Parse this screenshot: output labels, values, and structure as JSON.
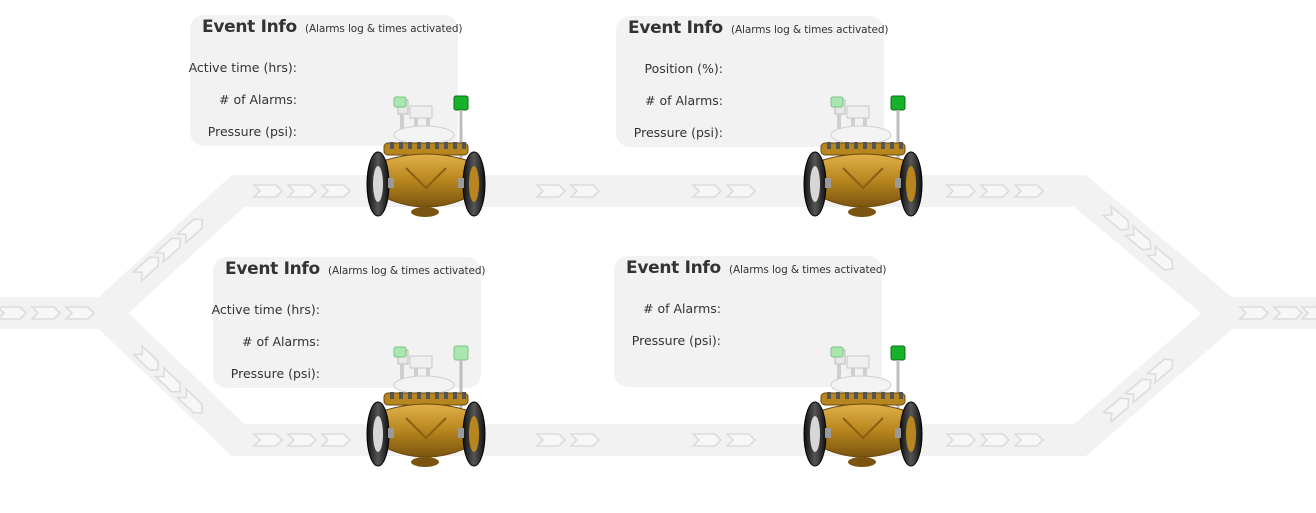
{
  "colors": {
    "background": "#ffffff",
    "pipe": "#f2f2f2",
    "panel": "#f2f2f2",
    "arrow": "#dcdcdc",
    "text": "#333333",
    "valve_body": "#b8861e",
    "valve_body_dark": "#7a5410",
    "flange": "#2a2a2a",
    "solenoid_active": "#16b32a",
    "solenoid_inactive": "#a9e6b0"
  },
  "panels": [
    {
      "title": "Event Info",
      "subtitle": "(Alarms log & times activated)",
      "fields": [
        {
          "label": "Active time  (hrs):"
        },
        {
          "label": "# of Alarms:"
        },
        {
          "label": "Pressure (psi):"
        }
      ]
    },
    {
      "title": "Event Info",
      "subtitle": "(Alarms log & times activated)",
      "fields": [
        {
          "label": "Position  (%):"
        },
        {
          "label": "# of Alarms:"
        },
        {
          "label": "Pressure (psi):"
        }
      ]
    },
    {
      "title": "Event Info",
      "subtitle": "(Alarms log & times activated)",
      "fields": [
        {
          "label": "Active time  (hrs):"
        },
        {
          "label": "# of Alarms:"
        },
        {
          "label": "Pressure (psi):"
        }
      ]
    },
    {
      "title": "Event Info",
      "subtitle": "(Alarms log & times activated)",
      "fields": [
        {
          "label": "# of Alarms:"
        },
        {
          "label": "Pressure (psi):"
        }
      ]
    }
  ],
  "valves": [
    {
      "name": "valve-top-left",
      "solenoid_active": true
    },
    {
      "name": "valve-top-right",
      "solenoid_active": true
    },
    {
      "name": "valve-bottom-left",
      "solenoid_active": false
    },
    {
      "name": "valve-bottom-right",
      "solenoid_active": true
    }
  ]
}
